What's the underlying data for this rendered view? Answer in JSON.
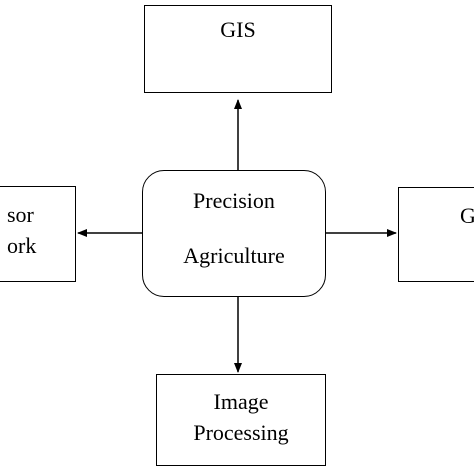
{
  "nodes": {
    "center": {
      "line1": "Precision",
      "line2": "Agriculture"
    },
    "top": {
      "label": "GIS"
    },
    "left": {
      "line1": "sor",
      "line2": "ork"
    },
    "right": {
      "label": "G"
    },
    "bottom": {
      "line1": "Image",
      "line2": "Processing"
    }
  },
  "edges": [
    {
      "from": "center",
      "to": "top"
    },
    {
      "from": "center",
      "to": "left"
    },
    {
      "from": "center",
      "to": "right"
    },
    {
      "from": "center",
      "to": "bottom"
    }
  ]
}
